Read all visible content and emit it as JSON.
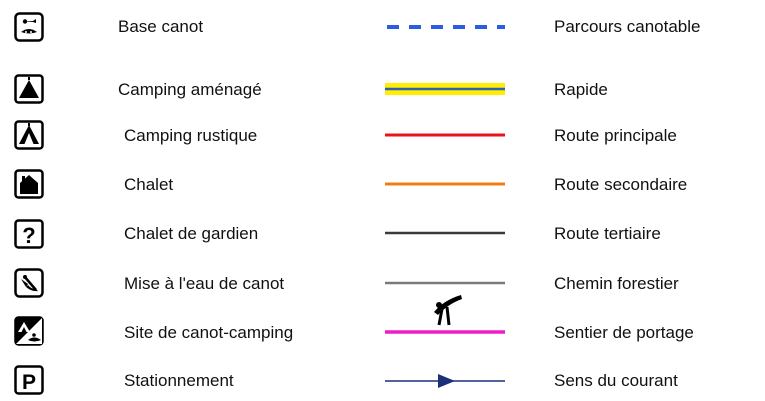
{
  "symbols": [
    {
      "icon": "canoe-base-icon",
      "label": "Base canot"
    },
    {
      "icon": "developed-camping-icon",
      "label": "Camping aménagé"
    },
    {
      "icon": "rustic-camping-icon",
      "label": "Camping rustique"
    },
    {
      "icon": "chalet-icon",
      "label": "Chalet"
    },
    {
      "icon": "warden-chalet-icon",
      "label": "Chalet de gardien"
    },
    {
      "icon": "canoe-launch-icon",
      "label": "Mise à l'eau de canot"
    },
    {
      "icon": "canoe-camping-site-icon",
      "label": "Site de canot-camping"
    },
    {
      "icon": "parking-icon",
      "label": "Stationnement"
    }
  ],
  "lines": [
    {
      "label": "Parcours canotable",
      "color": "#2b5ce6",
      "style": "dashed"
    },
    {
      "label": "Rapide",
      "color": "#2e5fb8",
      "casing": "#ffee00",
      "style": "cased"
    },
    {
      "label": "Route principale",
      "color": "#e8141b",
      "style": "solid"
    },
    {
      "label": "Route secondaire",
      "color": "#f07f13",
      "style": "solid"
    },
    {
      "label": "Route tertiaire",
      "color": "#3a3a3a",
      "style": "solid"
    },
    {
      "label": "Chemin forestier",
      "color": "#7a7a7a",
      "style": "solid"
    },
    {
      "label": "Sentier de portage",
      "color": "#ee1ec4",
      "style": "portage",
      "icon": "canoe-portage-icon"
    },
    {
      "label": "Sens du courant",
      "color": "#1c2f7a",
      "style": "arrow"
    }
  ]
}
